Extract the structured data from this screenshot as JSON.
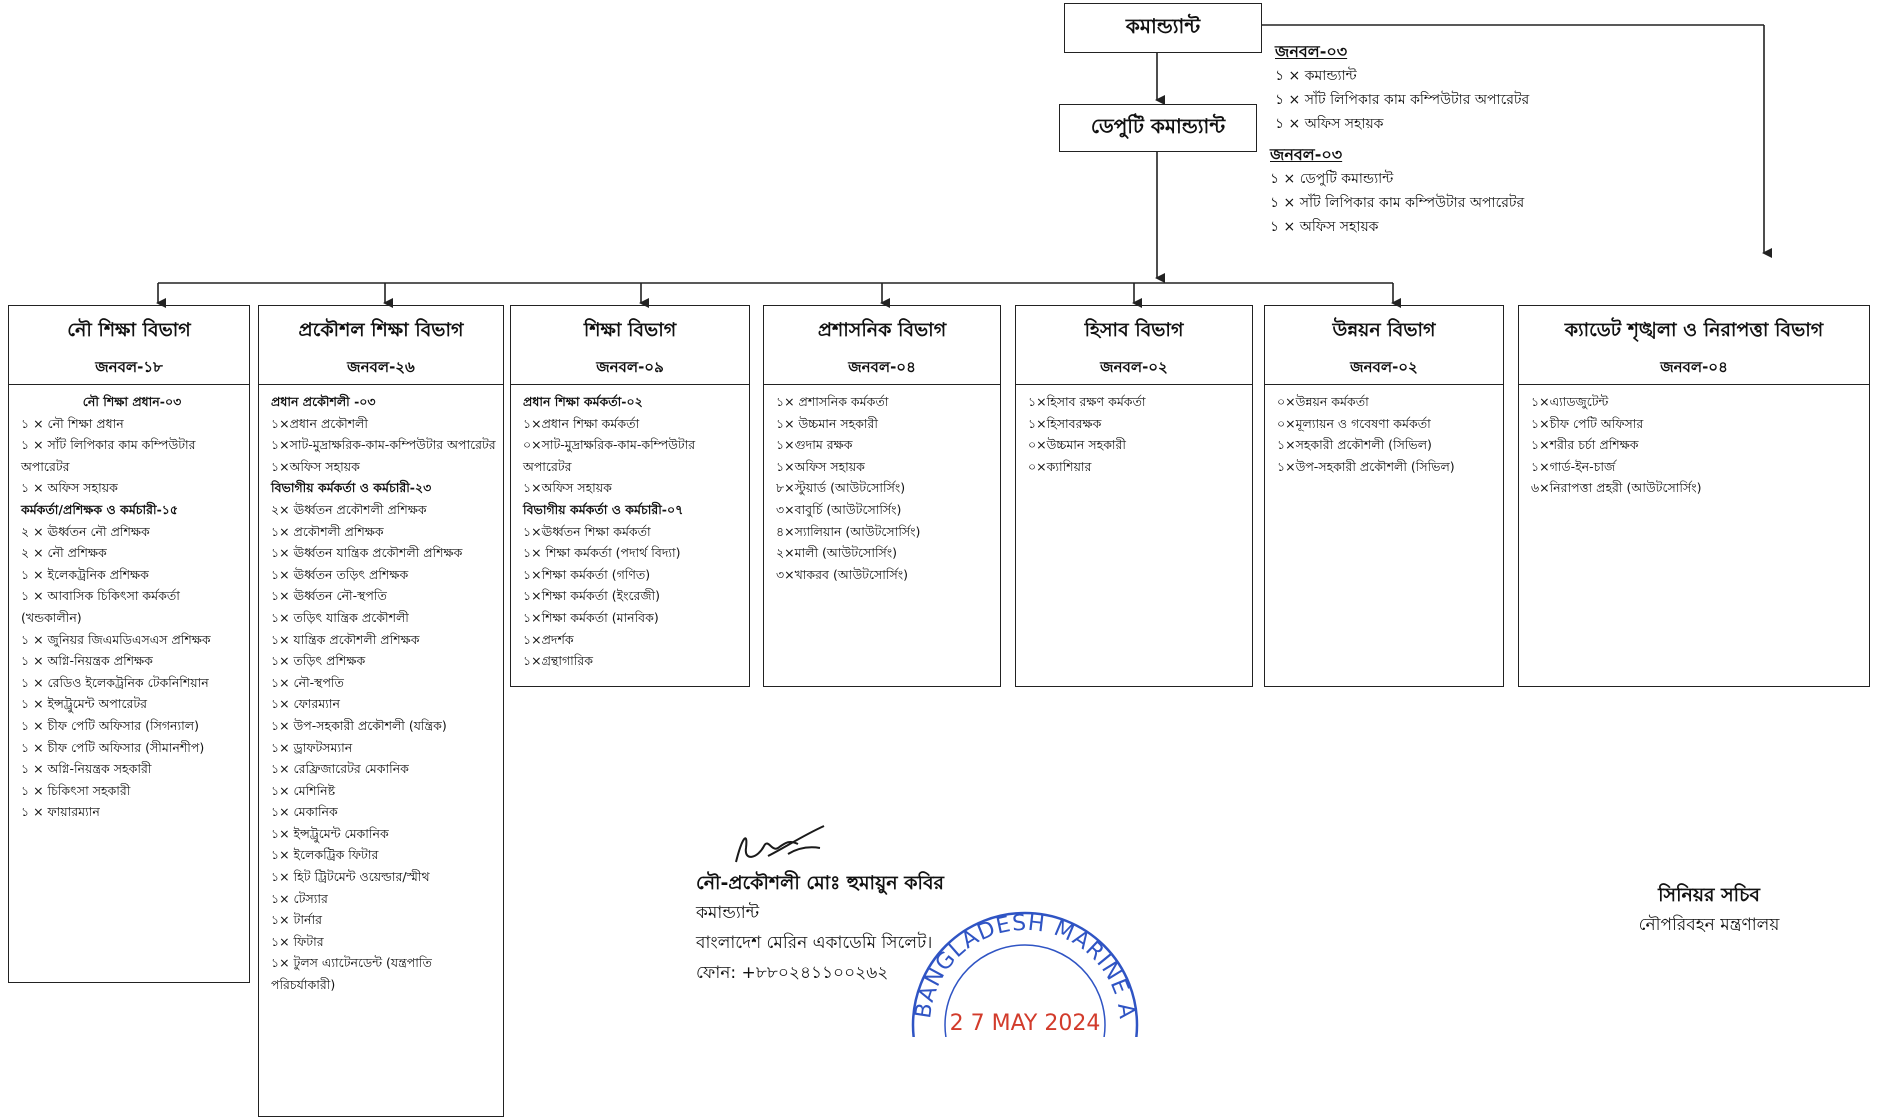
{
  "top": {
    "commandant": "কমান্ড্যান্ট",
    "deputy": "ডেপুটি কমান্ড্যান্ট"
  },
  "staff_commandant": {
    "head": "জনবল-০৩",
    "items": [
      "১ × কমান্ড্যান্ট",
      "১ × সাঁট লিপিকার কাম কম্পিউটার অপারেটর",
      "১ × অফিস সহায়ক"
    ]
  },
  "staff_deputy": {
    "head": "জনবল-০৩",
    "items": [
      "১ × ডেপুটি কমান্ড্যান্ট",
      "১ × সাঁট লিপিকার কাম কম্পিউটার অপারেটর",
      "১ × অফিস সহায়ক"
    ]
  },
  "departments": [
    {
      "title": "নৌ শিক্ষা বিভাগ",
      "strength": "জনবল-১৮",
      "lines": [
        {
          "t": "নৌ শিক্ষা প্রধান-০৩",
          "s": "c"
        },
        {
          "t": "১ × নৌ শিক্ষা প্রধান"
        },
        {
          "t": "১ × সাঁট লিপিকার কাম কম্পিউটার অপারেটর"
        },
        {
          "t": "১ × অফিস সহায়ক"
        },
        {
          "t": "কর্মকর্তা/প্রশিক্ষক ও কর্মচারী-১৫",
          "s": "b"
        },
        {
          "t": "২ × ঊর্ধ্বতন নৌ প্রশিক্ষক"
        },
        {
          "t": "২ × নৌ প্রশিক্ষক"
        },
        {
          "t": "১ × ইলেকট্রনিক প্রশিক্ষক"
        },
        {
          "t": "১ × আবাসিক চিকিৎসা কর্মকর্তা (খন্ডকালীন)"
        },
        {
          "t": "১ × জুনিয়র জিএমডিএসএস প্রশিক্ষক"
        },
        {
          "t": "১ × অগ্নি-নিয়ন্ত্রক প্রশিক্ষক"
        },
        {
          "t": "১ × রেডিও ইলেকট্রনিক টেকনিশিয়ান"
        },
        {
          "t": "১ × ইন্সট্রুমেন্ট অপারেটর"
        },
        {
          "t": "১ × চীফ পেটি অফিসার (সিগন্যাল)"
        },
        {
          "t": "১ × চীফ পেটি অফিসার (সীমানশীপ)"
        },
        {
          "t": "১ × অগ্নি-নিয়ন্ত্রক সহকারী"
        },
        {
          "t": "১ × চিকিৎসা সহকারী"
        },
        {
          "t": "১ × ফায়ারম্যান"
        }
      ]
    },
    {
      "title": "প্রকৌশল শিক্ষা বিভাগ",
      "strength": "জনবল-২৬",
      "lines": [
        {
          "t": "প্রধান প্রকৌশলী -০৩",
          "s": "b"
        },
        {
          "t": "১×প্রধান প্রকৌশলী"
        },
        {
          "t": "১×সাট-মুদ্রাক্ষরিক-কাম-কম্পিউটার অপারেটর"
        },
        {
          "t": "১×অফিস সহায়ক"
        },
        {
          "t": "বিভাগীয় কর্মকর্তা ও কর্মচারী-২৩",
          "s": "b"
        },
        {
          "t": "২× ঊর্ধ্বতন প্রকৌশলী প্রশিক্ষক"
        },
        {
          "t": "১× প্রকৌশলী প্রশিক্ষক"
        },
        {
          "t": "১× ঊর্ধ্বতন যান্ত্রিক প্রকৌশলী প্রশিক্ষক"
        },
        {
          "t": "১× ঊর্ধ্বতন তড়িৎ প্রশিক্ষক"
        },
        {
          "t": "১× ঊর্ধ্বতন নৌ-স্থপতি"
        },
        {
          "t": "১× তড়িৎ যান্ত্রিক প্রকৌশলী"
        },
        {
          "t": "১× যান্ত্রিক প্রকৌশলী প্রশিক্ষক"
        },
        {
          "t": "১× তড়িৎ প্রশিক্ষক"
        },
        {
          "t": "১× নৌ-স্থপতি"
        },
        {
          "t": "১× ফোরম্যান"
        },
        {
          "t": "১× উপ-সহকারী প্রকৌশলী (যন্ত্রিক)"
        },
        {
          "t": "১× ড্রাফটসম্যান"
        },
        {
          "t": "১× রেফ্রিজারেটর মেকানিক"
        },
        {
          "t": "১× মেশিনিষ্ট"
        },
        {
          "t": "১× মেকানিক"
        },
        {
          "t": "১× ইন্সট্রুমেন্ট মেকানিক"
        },
        {
          "t": "১× ইলেকট্রিক ফিটার"
        },
        {
          "t": "১× হিট ট্রিটমেন্ট ওয়েল্ডার/স্মীথ"
        },
        {
          "t": "১× টেস্যার"
        },
        {
          "t": "১× টার্নার"
        },
        {
          "t": "১× ফিটার"
        },
        {
          "t": "১× টুলস এ্যাটেনডেন্ট (যন্ত্রপাতি পরিচর্যাকারী)"
        }
      ]
    },
    {
      "title": "শিক্ষা বিভাগ",
      "strength": "জনবল-০৯",
      "lines": [
        {
          "t": "প্রধান শিক্ষা কর্মকর্তা-০২",
          "s": "b"
        },
        {
          "t": "১×প্রধান শিক্ষা কর্মকর্তা"
        },
        {
          "t": "০×সাট-মুদ্রাক্ষরিক-কাম-কম্পিউটার অপারেটর"
        },
        {
          "t": "১×অফিস সহায়ক"
        },
        {
          "t": "বিভাগীয় কর্মকর্তা ও কর্মচারী-০৭",
          "s": "b"
        },
        {
          "t": "১×ঊর্ধ্বতন শিক্ষা কর্মকর্তা"
        },
        {
          "t": "১× শিক্ষা কর্মকর্তা (পদার্থ বিদ্যা)"
        },
        {
          "t": "১×শিক্ষা কর্মকর্তা (গণিত)"
        },
        {
          "t": "১×শিক্ষা কর্মকর্তা (ইংরেজী)"
        },
        {
          "t": "১×শিক্ষা কর্মকর্তা (মানবিক)"
        },
        {
          "t": "১×প্রদর্শক"
        },
        {
          "t": "১×গ্রন্থাগারিক"
        }
      ]
    },
    {
      "title": "প্রশাসনিক বিভাগ",
      "strength": "জনবল-০৪",
      "lines": [
        {
          "t": "১× প্রশাসনিক কর্মকর্তা"
        },
        {
          "t": "১× উচ্চমান সহকারী"
        },
        {
          "t": "১×গুদাম রক্ষক"
        },
        {
          "t": "১×অফিস সহায়ক"
        },
        {
          "t": "৮×স্টুয়ার্ড (আউটসোর্সিং)"
        },
        {
          "t": "৩×বাবুর্চি (আউটসোর্সিং)"
        },
        {
          "t": "৪×স্যালিয়ান (আউটসোর্সিং)"
        },
        {
          "t": "২×মালী (আউটসোর্সিং)"
        },
        {
          "t": "৩×খাকরব (আউটসোর্সিং)"
        }
      ]
    },
    {
      "title": "হিসাব বিভাগ",
      "strength": "জনবল-০২",
      "lines": [
        {
          "t": "১×হিসাব রক্ষণ কর্মকর্তা"
        },
        {
          "t": "১×হিসাবরক্ষক"
        },
        {
          "t": "০×উচ্চমান সহকারী"
        },
        {
          "t": "০×ক্যাশিয়ার"
        }
      ]
    },
    {
      "title": "উন্নয়ন বিভাগ",
      "strength": "জনবল-০২",
      "lines": [
        {
          "t": "০×উন্নয়ন কর্মকর্তা"
        },
        {
          "t": "০×মূল্যায়ন ও গবেষণা কর্মকর্তা"
        },
        {
          "t": "১×সহকারী প্রকৌশলী (সিভিল)"
        },
        {
          "t": "১×উপ-সহকারী প্রকৌশলী (সিভিল)"
        }
      ]
    },
    {
      "title": "ক্যাডেট শৃঙ্খলা ও নিরাপত্তা বিভাগ",
      "strength": "জনবল-০৪",
      "lines": [
        {
          "t": "১×এ্যাডজুটেন্ট"
        },
        {
          "t": "১×চীফ পেটি অফিসার"
        },
        {
          "t": "১×শরীর চর্চা প্রশিক্ষক"
        },
        {
          "t": "১×গার্ড-ইন-চার্জ"
        },
        {
          "t": "৬×নিরাপত্তা প্রহরী (আউটসোর্সিং)"
        }
      ]
    }
  ],
  "signature_left": {
    "name": "নৌ-প্রকৌশলী মোঃ হুমায়ুন কবির",
    "designation": "কমান্ড্যান্ট",
    "org": "বাংলাদেশ মেরিন একাডেমি সিলেট।",
    "phone": "ফোন: +৮৮০২৪১১০০২৬২"
  },
  "signature_right": {
    "name": "সিনিয়র সচিব",
    "org": "নৌপরিবহন মন্ত্রণালয়"
  },
  "stamp": {
    "text": "BANGLADESH MARINE ACADEMY",
    "date": "2 7 MAY 2024",
    "color": "#2f54c4"
  }
}
